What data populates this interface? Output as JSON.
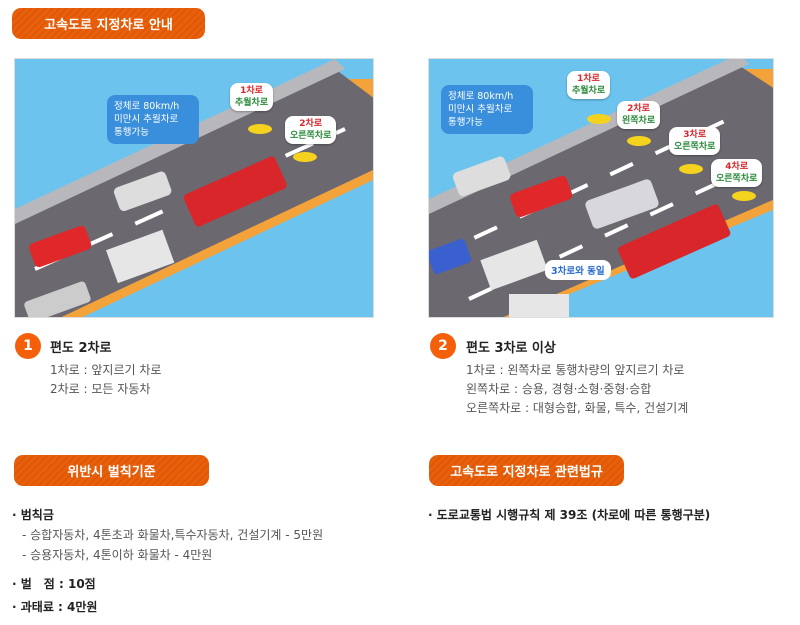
{
  "title": "고속도로 지정차로 안내",
  "panel1": {
    "illustration": {
      "note": "정체로 80km/h 미만시 추월차로 통행가능",
      "lane1": {
        "num": "1차로",
        "name": "추월차로"
      },
      "lane2": {
        "num": "2차로",
        "name": "오른쪽차로"
      }
    },
    "number": "1",
    "heading": "편도 2차로",
    "lines": [
      "1차로 : 앞지르기 차로",
      "2차로 : 모든 자동차"
    ]
  },
  "panel2": {
    "illustration": {
      "note": "정체로 80km/h 미만시 추월차로 통행가능",
      "lane1": {
        "num": "1차로",
        "name": "추월차로"
      },
      "lane2": {
        "num": "2차로",
        "name": "왼쪽차로"
      },
      "lane3": {
        "num": "3차로",
        "name": "오른쪽차로"
      },
      "lane4": {
        "num": "4차로",
        "name": "오른쪽차로"
      },
      "same": "3차로와 동일"
    },
    "number": "2",
    "heading": "편도 3차로 이상",
    "lines": [
      "1차로 : 왼쪽차로 통행차량의 앞지르기 차로",
      "왼쪽차로 : 승용, 경형·소형·중형·승합",
      "오른쪽차로 : 대형승합, 화물, 특수, 건설기계"
    ]
  },
  "penalty": {
    "title": "위반시 벌칙기준",
    "fine_label": "· 범칙금",
    "fine_items": [
      "- 승합자동차, 4톤초과 화물차,특수자동차, 건설기계 - 5만원",
      "- 승용자동차, 4톤이하 화물차 - 4만원"
    ],
    "points": "· 벌　점 : 10점",
    "surcharge": "· 과태료 : 4만원"
  },
  "law": {
    "title": "고속도로 지정차로 관련법규",
    "item": "· 도로교통법 시행규칙 제 39조 (차로에 따른 통행구분)"
  }
}
